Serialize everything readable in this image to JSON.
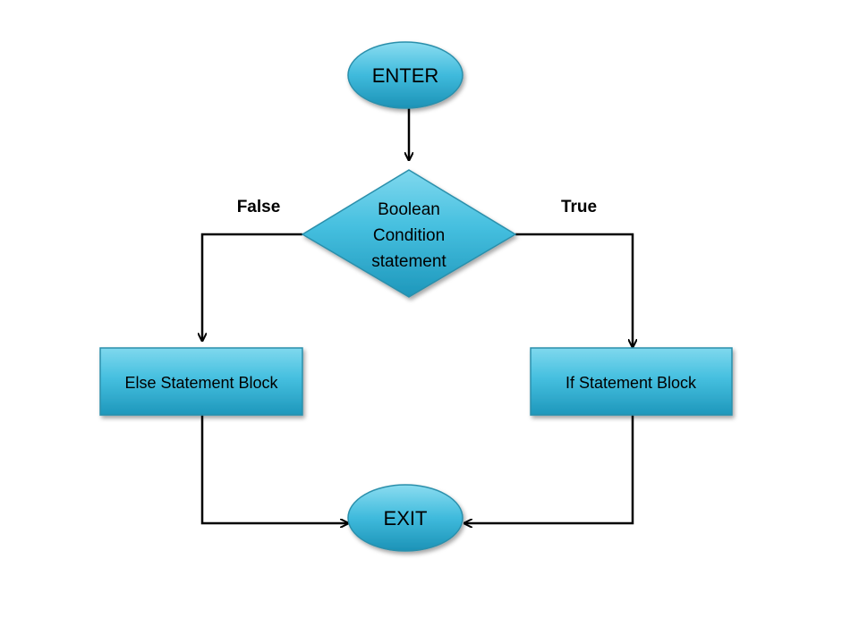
{
  "diagram": {
    "type": "flowchart",
    "colors": {
      "node_fill_light": "#6fd1ea",
      "node_fill_dark": "#2aa6c8",
      "node_stroke": "#2b8fab",
      "edge": "#000000",
      "background": "#ffffff"
    },
    "nodes": {
      "enter": {
        "shape": "ellipse",
        "label": "ENTER"
      },
      "condition": {
        "shape": "diamond",
        "label_lines": [
          "Boolean",
          "Condition",
          "statement"
        ]
      },
      "else_block": {
        "shape": "rectangle",
        "label": "Else Statement Block"
      },
      "if_block": {
        "shape": "rectangle",
        "label": "If Statement Block"
      },
      "exit": {
        "shape": "ellipse",
        "label": "EXIT"
      }
    },
    "edges": [
      {
        "from": "enter",
        "to": "condition",
        "label": ""
      },
      {
        "from": "condition",
        "to": "else_block",
        "label": "False"
      },
      {
        "from": "condition",
        "to": "if_block",
        "label": "True"
      },
      {
        "from": "else_block",
        "to": "exit",
        "label": ""
      },
      {
        "from": "if_block",
        "to": "exit",
        "label": ""
      }
    ]
  }
}
